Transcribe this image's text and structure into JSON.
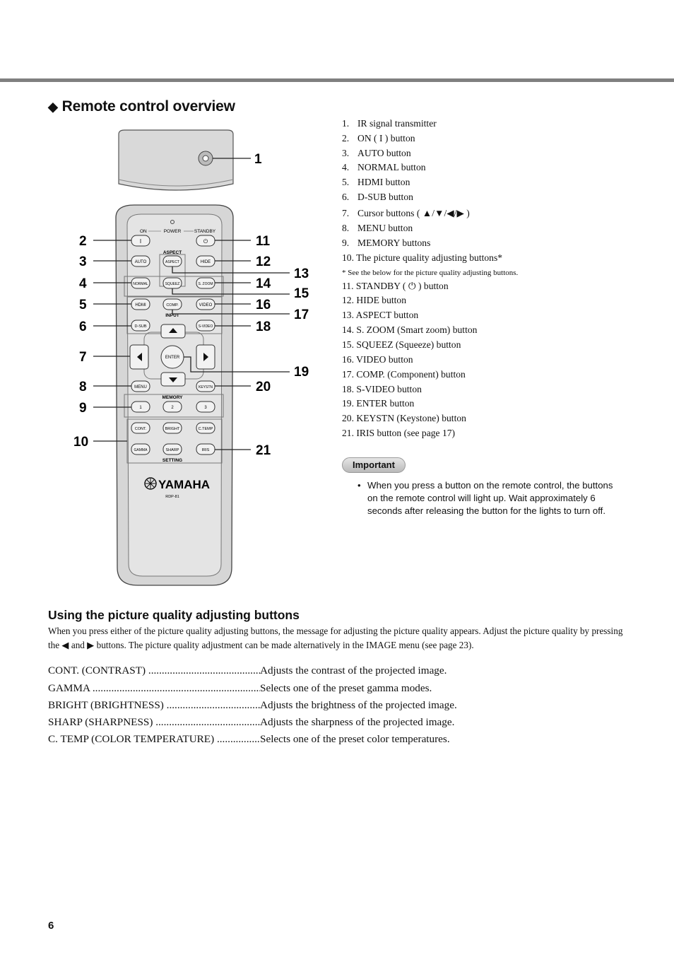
{
  "section_title": "Remote control overview",
  "list": {
    "items": [
      {
        "num": "1.",
        "text": "IR signal transmitter"
      },
      {
        "num": "2.",
        "text": "ON ( I ) button"
      },
      {
        "num": "3.",
        "text": "AUTO button"
      },
      {
        "num": "4.",
        "text": "NORMAL button"
      },
      {
        "num": "5.",
        "text": "HDMI button"
      },
      {
        "num": "6.",
        "text": "D-SUB button"
      },
      {
        "num": "7.",
        "text": "Cursor buttons ( ▲/▼/◀/▶ )"
      },
      {
        "num": "8.",
        "text": "MENU button"
      },
      {
        "num": "9.",
        "text": "MEMORY buttons"
      },
      {
        "num": "10.",
        "text": "The picture quality adjusting buttons*"
      }
    ],
    "note": "* See the below for the picture quality adjusting buttons.",
    "items2": [
      {
        "num": "11.",
        "text": "STANDBY ( ⏻ ) button"
      },
      {
        "num": "12.",
        "text": "HIDE button"
      },
      {
        "num": "13.",
        "text": "ASPECT button"
      },
      {
        "num": "14.",
        "text": "S. ZOOM  (Smart zoom) button"
      },
      {
        "num": "15.",
        "text": "SQUEEZ (Squeeze) button"
      },
      {
        "num": "16.",
        "text": "VIDEO button"
      },
      {
        "num": "17.",
        "text": "COMP. (Component) button"
      },
      {
        "num": "18.",
        "text": "S-VIDEO button"
      },
      {
        "num": "19.",
        "text": "ENTER button"
      },
      {
        "num": "20.",
        "text": "KEYSTN (Keystone) button"
      },
      {
        "num": "21.",
        "text": "IRIS button (see page 17)"
      }
    ]
  },
  "important": {
    "label": "Important",
    "bullet": "When you press a button on the remote control, the buttons on the remote control will light up. Wait approximately 6 seconds after releasing the button for the lights to turn off."
  },
  "remote": {
    "callouts": [
      "1",
      "2",
      "3",
      "4",
      "5",
      "6",
      "7",
      "8",
      "9",
      "10",
      "11",
      "12",
      "13",
      "14",
      "15",
      "16",
      "17",
      "18",
      "19",
      "20",
      "21"
    ],
    "labels": {
      "on": "ON",
      "power": "POWER",
      "standby": "STANDBY",
      "aspect_group": "ASPECT",
      "input_group": "INPUT",
      "memory_group": "MEMORY",
      "setting_group": "SETTING",
      "on_btn": "I"
    },
    "buttons": {
      "auto": "AUTO",
      "aspect": "ASPECT",
      "hide": "HIDE",
      "normal": "NORMAL",
      "squeez": "SQUEEZ",
      "szoom": "S. ZOOM",
      "hdmi": "HDMI",
      "comp": "COMP.",
      "video": "VIDEO",
      "dsub": "D-SUB",
      "svideo": "S-VIDEO",
      "enter": "ENTER",
      "menu": "MENU",
      "keystn": "KEYSTN",
      "mem1": "1",
      "mem2": "2",
      "mem3": "3",
      "cont": "CONT.",
      "bright": "BRIGHT",
      "ctemp": "C.TEMP",
      "gamma": "GAMMA",
      "sharp": "SHARP",
      "iris": "IRIS"
    },
    "brand": "YAMAHA",
    "model": "RDP-81"
  },
  "subsection_title": "Using the picture quality adjusting buttons",
  "paragraph": "When you press either of the picture quality adjusting buttons, the message for adjusting the picture quality appears. Adjust the picture quality by pressing the ◀ and ▶ buttons. The picture quality adjustment can be made alternatively in the IMAGE menu (see page 23).",
  "settings": [
    {
      "label": "CONT. (CONTRAST)",
      "desc": "Adjusts the contrast of the projected image."
    },
    {
      "label": "GAMMA",
      "desc": "Selects one of the preset gamma modes."
    },
    {
      "label": "BRIGHT (BRIGHTNESS)",
      "desc": "Adjusts the brightness of the projected image."
    },
    {
      "label": "SHARP (SHARPNESS)",
      "desc": "Adjusts the sharpness of the projected image."
    },
    {
      "label": "C. TEMP (COLOR TEMPERATURE)",
      "desc": "Selects one of the preset color temperatures."
    }
  ],
  "page_number": "6"
}
